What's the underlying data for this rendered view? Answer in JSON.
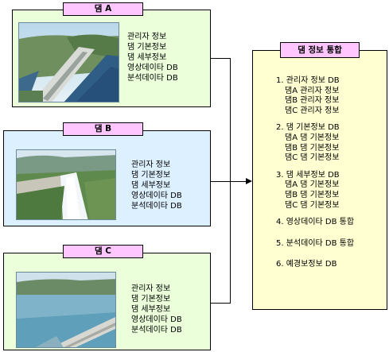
{
  "dams": [
    {
      "title": "댐 A",
      "items": [
        "관리자 정보",
        "댐 기본정보",
        "댐 세부정보",
        "영상데이타 DB",
        "분석데이타 DB"
      ]
    },
    {
      "title": "댐 B",
      "items": [
        "관리자 정보",
        "댐 기본정보",
        "댐 세부정보",
        "영상데이타 DB",
        "분석데이타 DB"
      ]
    },
    {
      "title": "댐 C",
      "items": [
        "관리자 정보",
        "댐 기본정보",
        "댐 세부정보",
        "영상데이타 DB",
        "분석데이타 DB"
      ]
    }
  ],
  "integration": {
    "title": "댐 정보 통합",
    "groups": [
      {
        "head": "1. 관리자 정보 DB",
        "sub": [
          "댐A 관리자 정보",
          "댐B 관리자 정보",
          "댐C 관리자 정보"
        ]
      },
      {
        "head": "2. 댐 기본정보 DB",
        "sub": [
          "댐A 댐 기본정보",
          "댐B 댐 기본정보",
          "댐C 댐 기본정보"
        ]
      },
      {
        "head": "3. 댐 세부정보 DB",
        "sub": [
          "댐A 댐 기본정보",
          "댐B 댐 기본정보",
          "댐C 댐 기본정보"
        ]
      },
      {
        "head": "4. 영상데이타 DB 통합",
        "sub": []
      },
      {
        "head": "5. 분석데이타 DB 통합",
        "sub": []
      },
      {
        "head": "6. 예경보정보 DB",
        "sub": []
      }
    ]
  },
  "colors": {
    "dam_a_bg": "#eaffda",
    "dam_b_bg": "#dcf0ff",
    "dam_c_bg": "#eaffda",
    "integration_bg": "#ffffd2",
    "title_bg": "#ffc6ff"
  }
}
